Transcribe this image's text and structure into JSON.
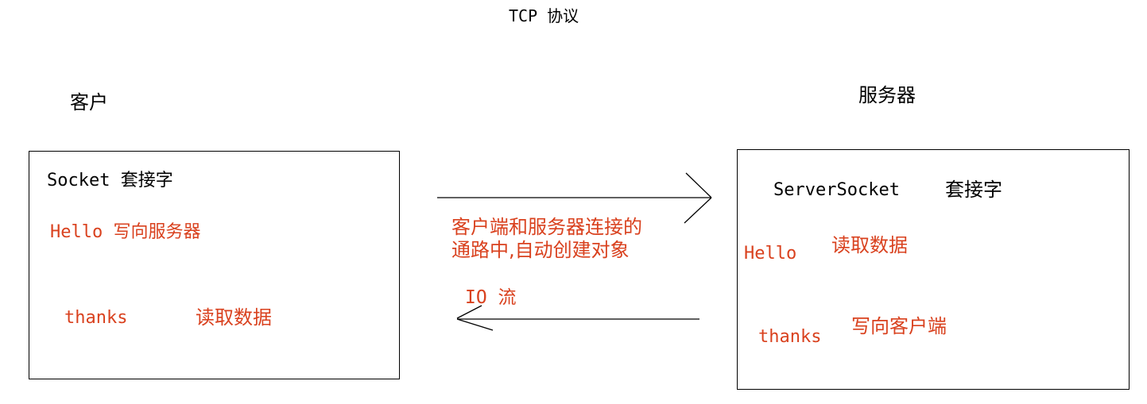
{
  "title": "TCP 协议",
  "client": {
    "label": "客户",
    "socket_label": "Socket 套接字",
    "hello": "Hello 写向服务器",
    "thanks": "thanks",
    "read": "读取数据"
  },
  "server": {
    "label": "服务器",
    "socket_label": "ServerSocket",
    "socket_kanji": "套接字",
    "hello": "Hello",
    "read": "读取数据",
    "thanks": "thanks",
    "write": "写向客户端"
  },
  "connection": {
    "note_line1": "客户端和服务器连接的",
    "note_line2": "通路中,自动创建对象",
    "stream": "IO 流"
  },
  "colors": {
    "text": "#000000",
    "annotation": "#d9411e",
    "line": "#000000"
  }
}
